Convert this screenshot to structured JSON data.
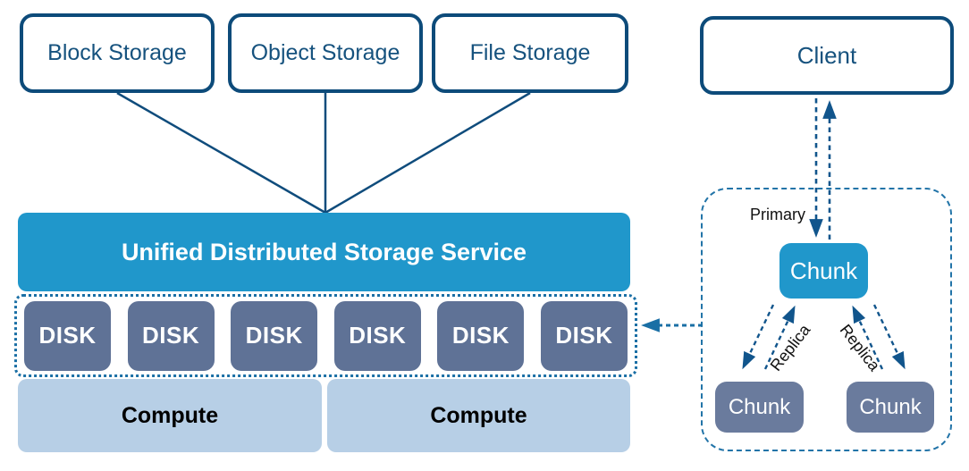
{
  "storage_stack": {
    "service_boxes": [
      {
        "label": "Block Storage"
      },
      {
        "label": "Object Storage"
      },
      {
        "label": "File Storage"
      }
    ],
    "unified_bar_label": "Unified Distributed Storage Service",
    "disk_labels": [
      "DISK",
      "DISK",
      "DISK",
      "DISK",
      "DISK",
      "DISK"
    ],
    "compute_labels": [
      "Compute",
      "Compute"
    ]
  },
  "replication_group": {
    "client_label": "Client",
    "primary_arrow_label": "Primary",
    "primary_chunk_label": "Chunk",
    "replica_chunk_labels": [
      "Chunk",
      "Chunk"
    ],
    "replica_arrow_labels": [
      "Replica",
      "Replica"
    ]
  },
  "colors": {
    "navy_border": "#0d4b7a",
    "navy_text": "#16527e",
    "service_blue": "#2097cb",
    "disk_slate": "#5f7296",
    "chunk_slate": "#6a7b9d",
    "compute_light_blue": "#b7cfe6",
    "solid_connector": "#0f4c7c",
    "dashed_connector": "#11558c",
    "dotted_container": "#1a6fa5"
  }
}
